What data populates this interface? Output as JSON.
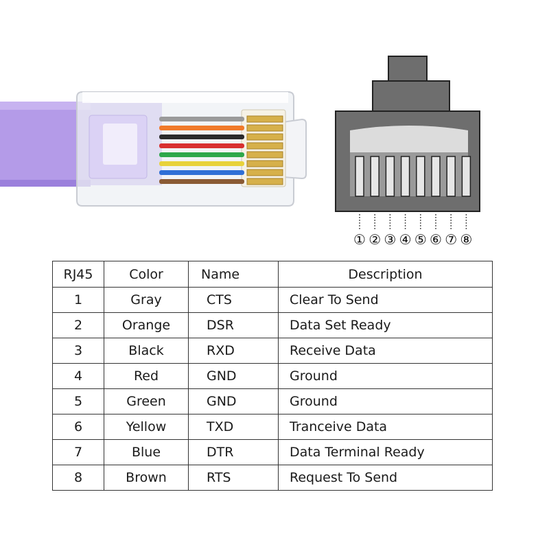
{
  "diagram": {
    "pin_numbers": [
      "①",
      "②",
      "③",
      "④",
      "⑤",
      "⑥",
      "⑦",
      "⑧"
    ],
    "colors": {
      "cable": "#b49be8",
      "cable_dark": "#9b80dc",
      "jack_body": "#6e6e6e",
      "jack_face": "#9a9a9a",
      "contact": "#e6e6e6",
      "outline": "#222222"
    },
    "wires": [
      {
        "color": "#9a9a9a"
      },
      {
        "color": "#f07a2a"
      },
      {
        "color": "#2b2b2b"
      },
      {
        "color": "#d83030"
      },
      {
        "color": "#2ea84a"
      },
      {
        "color": "#e8d23a"
      },
      {
        "color": "#2f6fd6"
      },
      {
        "color": "#8a5a34"
      }
    ]
  },
  "table": {
    "headers": {
      "pin": "RJ45",
      "color": "Color",
      "name": "Name",
      "description": "Description"
    },
    "rows": [
      {
        "pin": "1",
        "color": "Gray",
        "name": "CTS",
        "description": "Clear To Send"
      },
      {
        "pin": "2",
        "color": "Orange",
        "name": "DSR",
        "description": "Data Set Ready"
      },
      {
        "pin": "3",
        "color": "Black",
        "name": "RXD",
        "description": "Receive Data"
      },
      {
        "pin": "4",
        "color": "Red",
        "name": "GND",
        "description": "Ground"
      },
      {
        "pin": "5",
        "color": "Green",
        "name": "GND",
        "description": "Ground"
      },
      {
        "pin": "6",
        "color": "Yellow",
        "name": "TXD",
        "description": "Tranceive  Data"
      },
      {
        "pin": "7",
        "color": "Blue",
        "name": "DTR",
        "description": "Data Terminal Ready"
      },
      {
        "pin": "8",
        "color": "Brown",
        "name": "RTS",
        "description": "Request To Send"
      }
    ]
  }
}
